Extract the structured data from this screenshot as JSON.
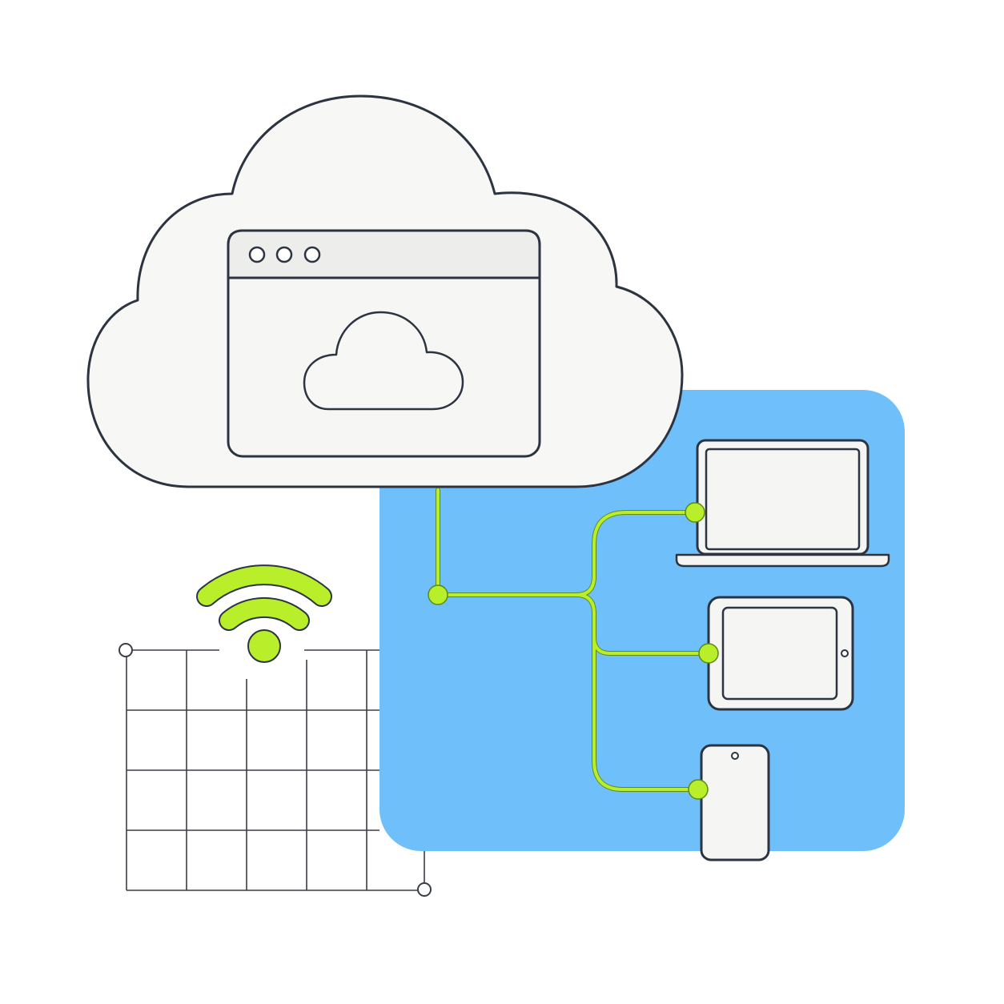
{
  "colors": {
    "background": "#ffffff",
    "outline": "#2b3440",
    "accent_green": "#b8ef2a",
    "panel_blue": "#6fbffb",
    "cloud_fill": "#f7f7f5",
    "window_fill": "#f6f6f4",
    "titlebar_fill": "#ededec",
    "device_fill": "#f5f5f3",
    "grid_line": "#3a3f46"
  },
  "icons": {
    "cloud": "cloud-icon",
    "browser_window": "browser-window-icon",
    "inner_cloud": "cloud-icon",
    "wifi": "wifi-icon",
    "laptop": "laptop-icon",
    "tablet": "tablet-icon",
    "phone": "smartphone-icon",
    "grid": "grid-icon"
  },
  "scene": {
    "devices": [
      "laptop",
      "tablet",
      "phone"
    ],
    "window_dots": 3,
    "grid": {
      "columns": 4,
      "rows": 4
    }
  }
}
